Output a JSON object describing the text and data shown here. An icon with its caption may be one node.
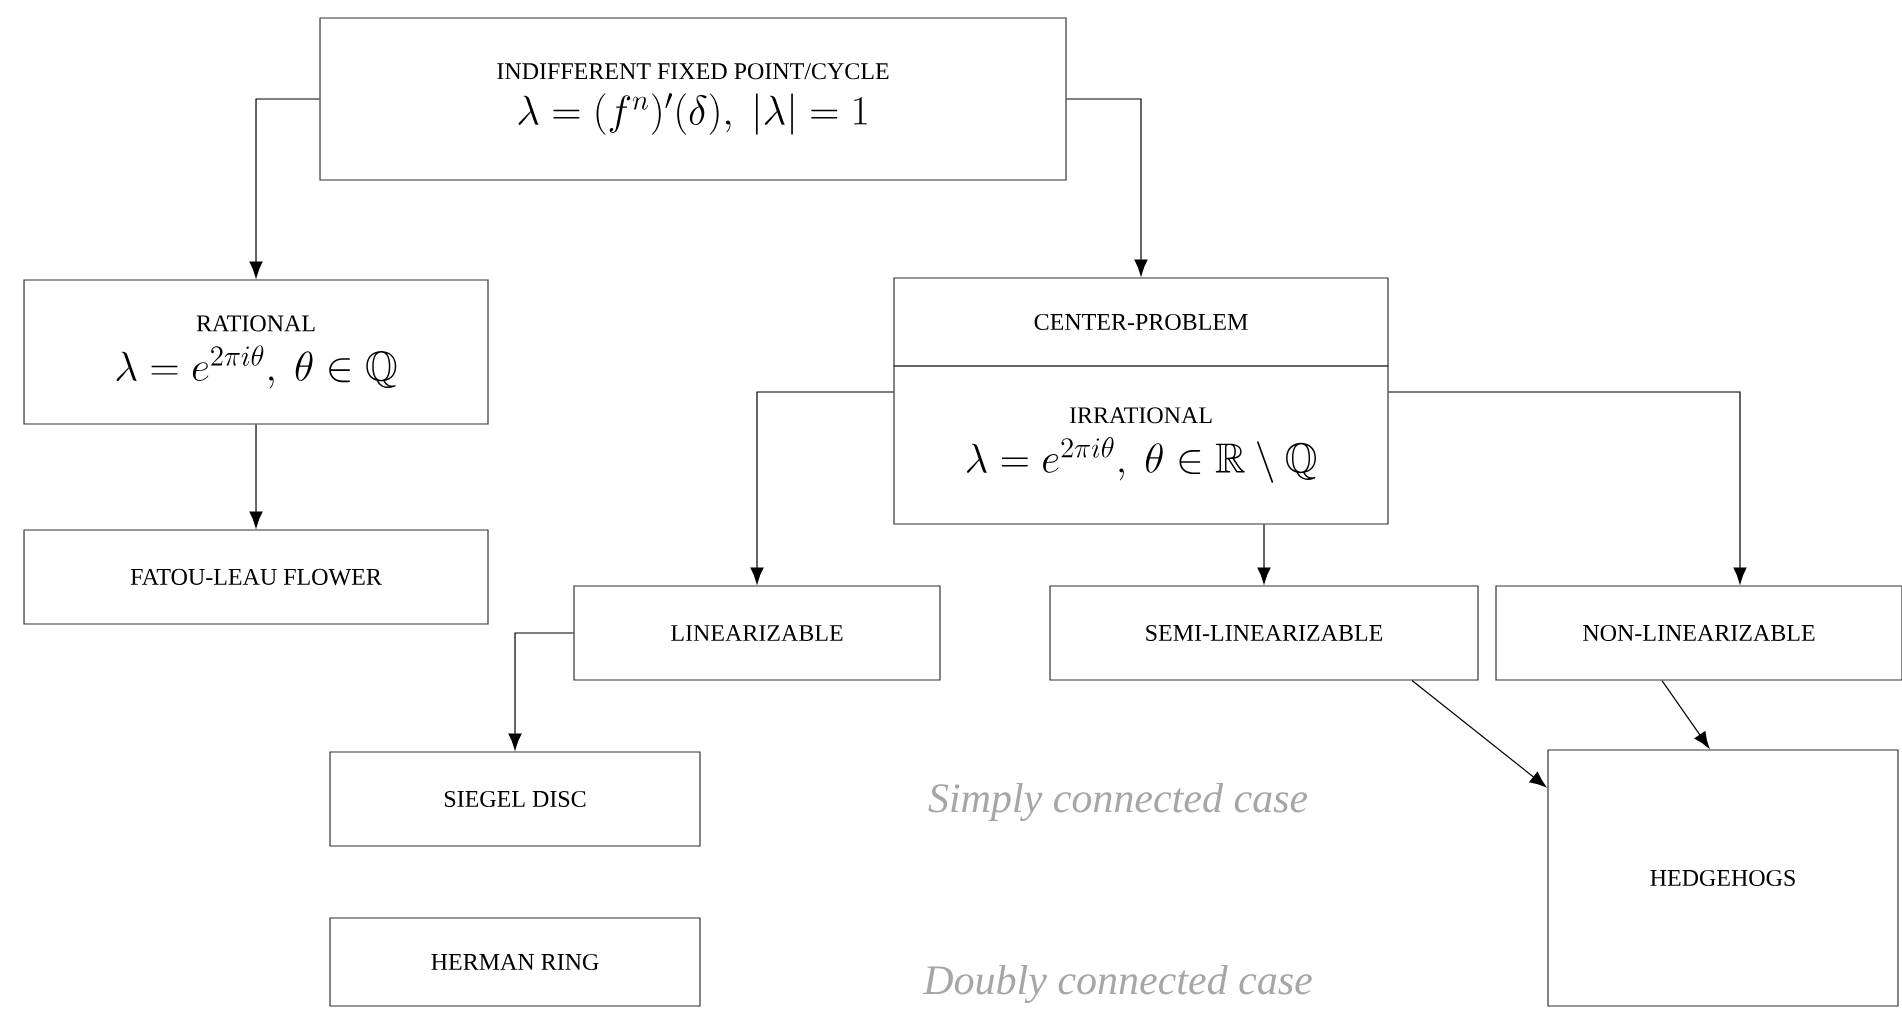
{
  "diagram": {
    "nodes": [
      {
        "text": [
          "INDIFFERENT FIXED POINT/CYCLE",
          "\\lambda = (f^n)'(\\delta),\\ |\\lambda| = 1"
        ]
      },
      {
        "text": [
          "RATIONAL",
          "\\lambda = e^{2\\pi i\\theta},\\ \\theta \\in \\mathbb{Q}"
        ]
      },
      {
        "text": [
          "CENTER-PROBLEM"
        ]
      },
      {
        "text": [
          "IRRATIONAL",
          "\\lambda = e^{2\\pi i\\theta},\\ \\theta \\in \\mathbb{R}\\setminus\\mathbb{Q}"
        ]
      },
      {
        "text": [
          "FATOU-LEAU FLOWER"
        ]
      },
      {
        "text": [
          "LINEARIZABLE"
        ]
      },
      {
        "text": [
          "SEMI-LINEARIZABLE"
        ]
      },
      {
        "text": [
          "NON-LINEARIZABLE"
        ]
      },
      {
        "text": [
          "SIEGEL DISC"
        ]
      },
      {
        "text": [
          "HERMAN RING"
        ]
      },
      {
        "text": [
          "HEDGEHOGS"
        ]
      }
    ],
    "edges": [
      {
        "from": 0,
        "to": 1,
        "arrow": "to"
      },
      {
        "from": 0,
        "to": 2,
        "arrow": "to"
      },
      {
        "from": 1,
        "to": 4,
        "arrow": "to"
      },
      {
        "from": 3,
        "to": 5,
        "arrow": "to"
      },
      {
        "from": 3,
        "to": 6,
        "arrow": "to"
      },
      {
        "from": 3,
        "to": 7,
        "arrow": "to"
      },
      {
        "from": 5,
        "to": 8,
        "arrow": "to"
      },
      {
        "from": 6,
        "to": 10,
        "arrow": "to"
      },
      {
        "from": 7,
        "to": 10,
        "arrow": "to"
      }
    ],
    "labels": [
      "Simply connected case",
      "Doubly connected case"
    ]
  }
}
